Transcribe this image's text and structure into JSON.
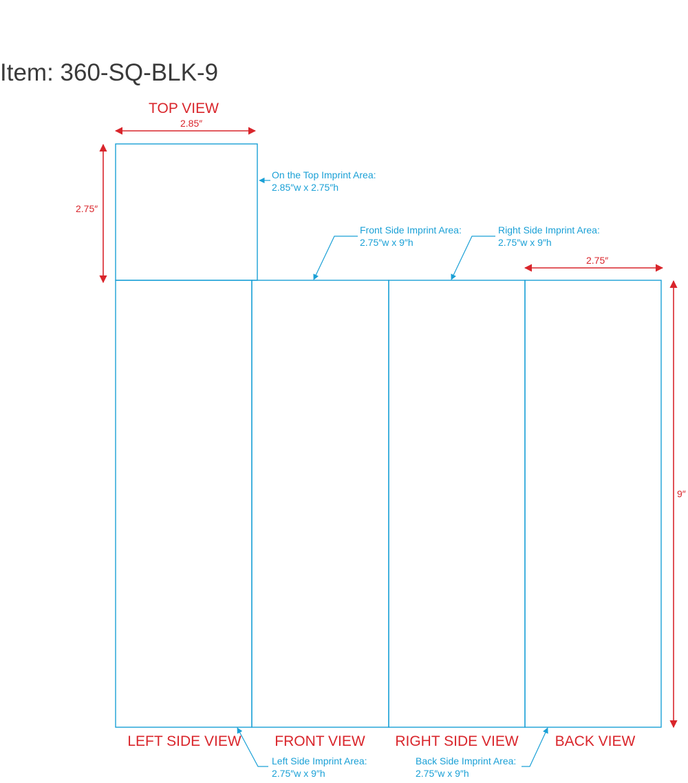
{
  "title": "Item: 360-SQ-BLK-9",
  "views": {
    "top": "TOP VIEW",
    "left": "LEFT SIDE VIEW",
    "front": "FRONT VIEW",
    "right": "RIGHT SIDE VIEW",
    "back": "BACK VIEW"
  },
  "dimensions": {
    "top_width": "2.85″",
    "top_height": "2.75″",
    "side_width": "2.75″",
    "side_height": "9″"
  },
  "imprint_areas": {
    "top": {
      "label": "On the Top Imprint Area:",
      "size": "2.85″w x 2.75″h"
    },
    "front": {
      "label": "Front Side Imprint Area:",
      "size": "2.75″w x 9″h"
    },
    "right": {
      "label": "Right Side Imprint Area:",
      "size": "2.75″w x 9″h"
    },
    "left": {
      "label": "Left Side Imprint Area:",
      "size": "2.75″w x 9″h"
    },
    "back": {
      "label": "Back Side Imprint Area:",
      "size": "2.75″w x 9″h"
    }
  },
  "colors": {
    "outline": "#1aa0d6",
    "dimension": "#d9252b",
    "title": "#3a3a3a"
  }
}
